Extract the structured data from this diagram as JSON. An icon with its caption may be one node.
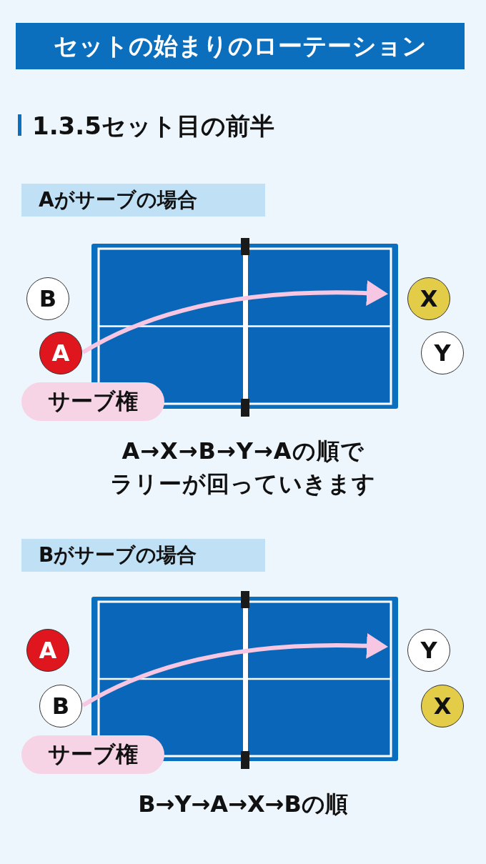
{
  "diagram": {
    "title": "セットの始まりのローテーション",
    "nodes": [
      {
        "text": [
          "Aがサーブの場合"
        ]
      },
      {
        "text": [],
        "shape": "box"
      },
      {
        "text": [
          "B"
        ]
      },
      {
        "text": [
          "A"
        ]
      },
      {
        "text": [
          "X"
        ]
      },
      {
        "text": [
          "Y"
        ]
      },
      {
        "text": [
          "サーブ権"
        ]
      },
      {
        "text": [
          "Bがサーブの場合"
        ]
      },
      {
        "text": [],
        "shape": "box"
      },
      {
        "text": [
          "A"
        ]
      },
      {
        "text": [
          "B"
        ]
      },
      {
        "text": [
          "Y"
        ]
      },
      {
        "text": [
          "X"
        ]
      },
      {
        "text": [
          "サーブ権"
        ]
      }
    ],
    "edges": [
      {
        "from": 3,
        "to": 1,
        "arrow": "to"
      },
      {
        "from": 10,
        "to": 8,
        "arrow": "to"
      }
    ],
    "labels": [
      "1.3.5セット目の前半",
      "A→X→B→Y→Aの順でラリーが回っていきます",
      "B→Y→A→X→Bの順"
    ]
  }
}
